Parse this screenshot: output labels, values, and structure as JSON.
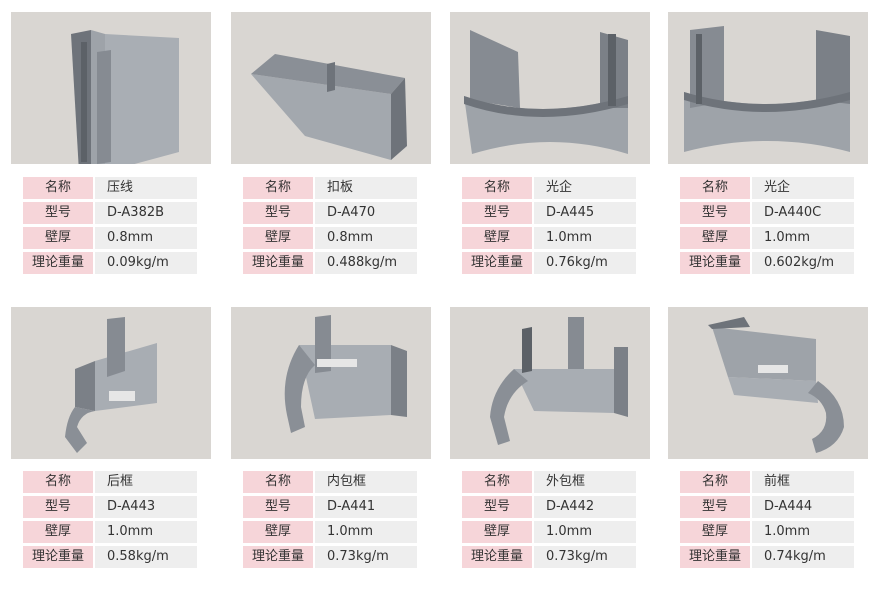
{
  "products": [
    {
      "labels": [
        "名称",
        "型号",
        "壁厚",
        "理论重量"
      ],
      "values": [
        "压线",
        "D-A382B",
        "0.8mm",
        "0.09kg/m"
      ],
      "icon": "pressing-strip-profile-image"
    },
    {
      "labels": [
        "名称",
        "型号",
        "壁厚",
        "理论重量"
      ],
      "values": [
        "扣板",
        "D-A470",
        "0.8mm",
        "0.488kg/m"
      ],
      "icon": "cover-plate-profile-image"
    },
    {
      "labels": [
        "名称",
        "型号",
        "壁厚",
        "理论重量"
      ],
      "values": [
        "光企",
        "D-A445",
        "1.0mm",
        "0.76kg/m"
      ],
      "icon": "light-column-profile-image"
    },
    {
      "labels": [
        "名称",
        "型号",
        "壁厚",
        "理论重量"
      ],
      "values": [
        "光企",
        "D-A440C",
        "1.0mm",
        "0.602kg/m"
      ],
      "icon": "light-column-profile-image"
    },
    {
      "labels": [
        "名称",
        "型号",
        "壁厚",
        "理论重量"
      ],
      "values": [
        "后框",
        "D-A443",
        "1.0mm",
        "0.58kg/m"
      ],
      "icon": "rear-frame-profile-image"
    },
    {
      "labels": [
        "名称",
        "型号",
        "壁厚",
        "理论重量"
      ],
      "values": [
        "内包框",
        "D-A441",
        "1.0mm",
        "0.73kg/m"
      ],
      "icon": "inner-frame-profile-image"
    },
    {
      "labels": [
        "名称",
        "型号",
        "壁厚",
        "理论重量"
      ],
      "values": [
        "外包框",
        "D-A442",
        "1.0mm",
        "0.73kg/m"
      ],
      "icon": "outer-frame-profile-image"
    },
    {
      "labels": [
        "名称",
        "型号",
        "壁厚",
        "理论重量"
      ],
      "values": [
        "前框",
        "D-A444",
        "1.0mm",
        "0.74kg/m"
      ],
      "icon": "front-frame-profile-image"
    }
  ],
  "colors": {
    "photo_bg": "#d9d6d2",
    "label_bg": "#f6d5d9",
    "value_bg": "#eeeeee",
    "metal_light": "#9ea3a9",
    "metal_dark": "#6e737a",
    "metal_mid": "#868b92"
  }
}
